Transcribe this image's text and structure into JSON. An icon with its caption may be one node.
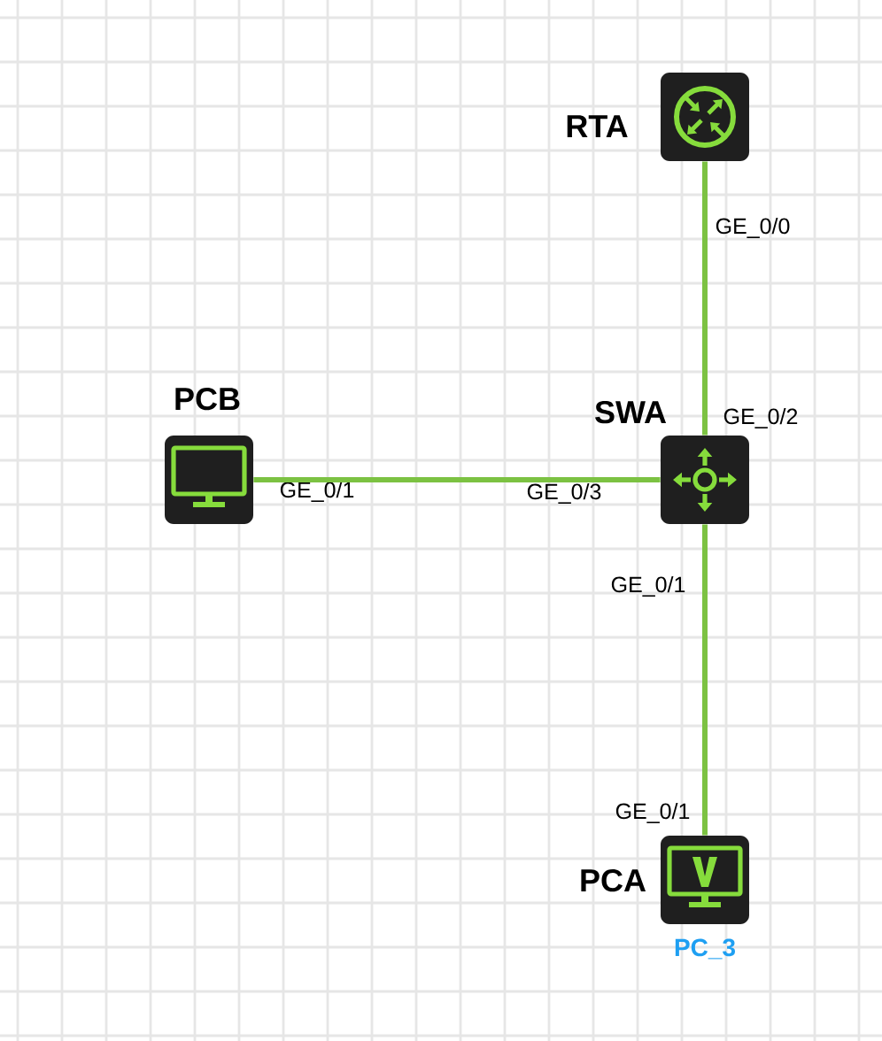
{
  "diagram": {
    "nodes": [
      {
        "text": [
          "RTA"
        ],
        "beside": [
          "GE_0/0"
        ]
      },
      {
        "text": [
          "PCB"
        ],
        "beside": [
          "GE_0/1"
        ]
      },
      {
        "text": [
          "SWA"
        ],
        "beside": [
          "GE_0/2",
          "GE_0/3",
          "GE_0/1"
        ]
      },
      {
        "text": [
          "PCA"
        ],
        "beside": [
          "GE_0/1",
          "PC_3"
        ]
      }
    ],
    "edges": [
      {
        "from": 0,
        "to": 2,
        "arrow": "none"
      },
      {
        "from": 1,
        "to": 2,
        "arrow": "none"
      },
      {
        "from": 2,
        "to": 3,
        "arrow": "none"
      }
    ]
  }
}
